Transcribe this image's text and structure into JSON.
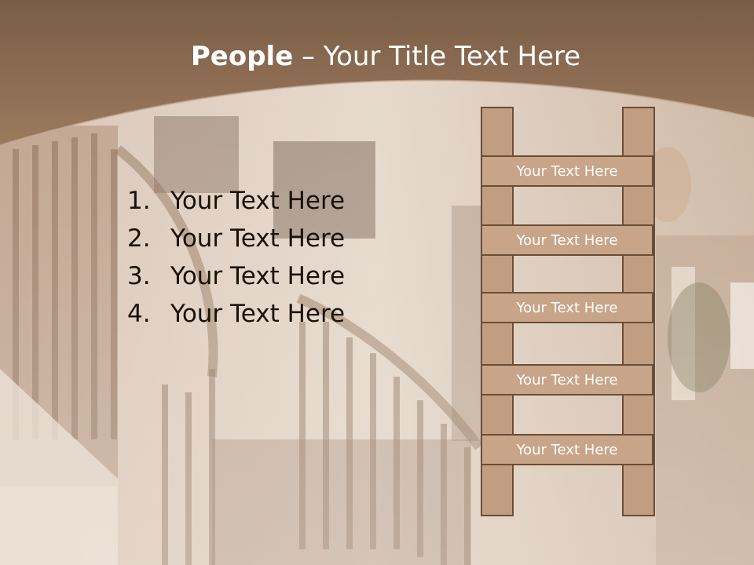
{
  "slide": {
    "title_bold": "People",
    "title_rest": " – Your Title Text Here",
    "list": [
      {
        "num": "1.",
        "text": "Your Text Here"
      },
      {
        "num": "2.",
        "text": "Your Text Here"
      },
      {
        "num": "3.",
        "text": "Your Text Here"
      },
      {
        "num": "4.",
        "text": "Your Text Here"
      }
    ],
    "ladder_rungs": [
      "Your Text Here",
      "Your Text Here",
      "Your Text Here",
      "Your Text Here",
      "Your Text Here"
    ]
  },
  "colors": {
    "header": "#8a6a4f",
    "rung_fill": "#c8a588",
    "outline": "#6a4d37"
  }
}
